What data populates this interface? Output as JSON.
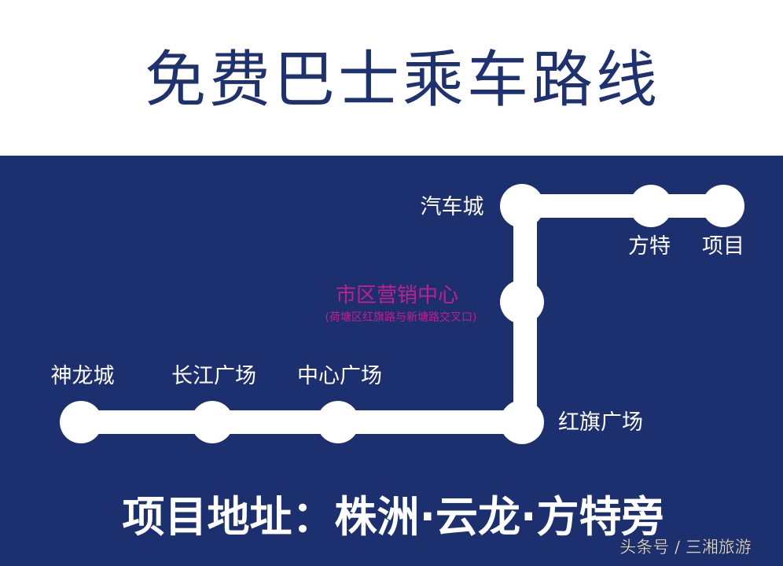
{
  "title": "免费巴士乘车路线",
  "colors": {
    "title": "#1f3270",
    "background": "#1c2f6e",
    "route": "#ffffff",
    "highlight": "#c0208f"
  },
  "stations": {
    "shenlong": "神龙城",
    "changjiang": "长江广场",
    "zhongxin": "中心广场",
    "hongqi": "红旗广场",
    "marketing": "市区营销中心",
    "marketing_address": "(荷塘区红旗路与新塘路交叉口)",
    "qiche": "汽车城",
    "fangte": "方特",
    "xiangmu": "项目"
  },
  "address": "项目地址：株洲·云龙·方特旁",
  "watermark": "头条号 / 三湘旅游"
}
